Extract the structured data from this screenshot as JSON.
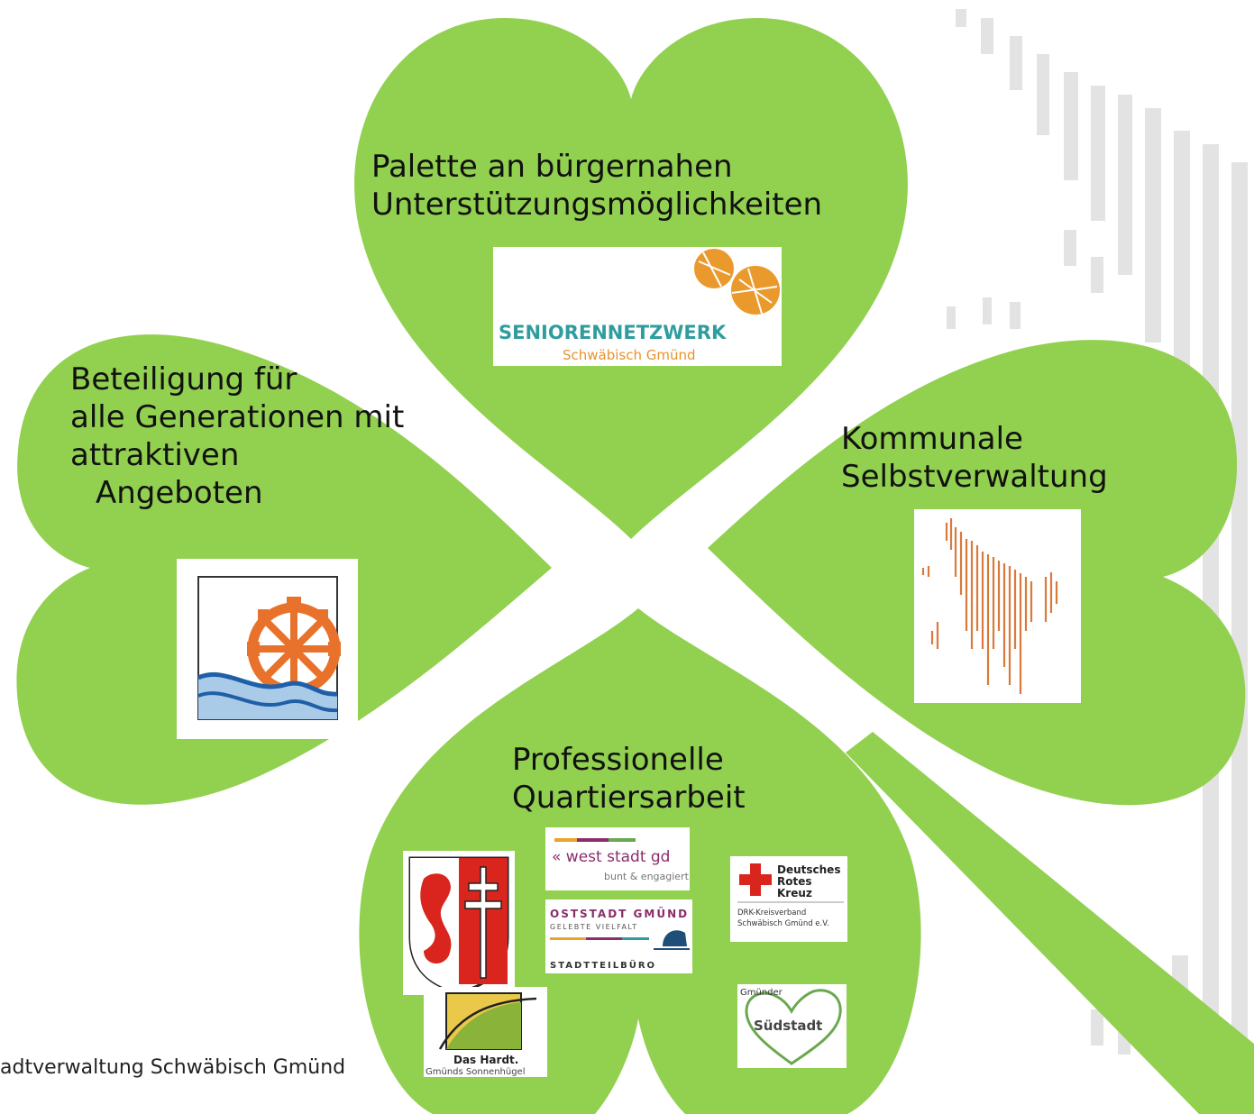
{
  "leaves": {
    "top": {
      "lines": [
        "Palette an bürgernahen",
        "Unterstützungsmöglichkeiten"
      ]
    },
    "left": {
      "lines": [
        "Beteiligung für",
        "alle Generationen mit",
        "attraktiven",
        "Angeboten"
      ]
    },
    "right": {
      "lines": [
        "Kommunale",
        "Selbstverwaltung"
      ]
    },
    "bottom": {
      "lines": [
        "Professionelle",
        "Quartiersarbeit"
      ]
    }
  },
  "logos": {
    "seniorennetzwerk": {
      "line1": "SENIORENNETZWERK",
      "line2": "Schwäbisch Gmünd"
    },
    "weststadt": {
      "line1": "« west stadt gd",
      "line2": "bunt & engagiert"
    },
    "oststadt": {
      "line1": "OSTSTADT GMÜND",
      "line2": "GELEBTE VIELFALT",
      "line3": "STADTTEILBÜRO"
    },
    "drk": {
      "line1": "Deutsches",
      "line2": "Rotes",
      "line3": "Kreuz",
      "line4": "DRK-Kreisverband",
      "line5": "Schwäbisch Gmünd e.V."
    },
    "hardt": {
      "line1": "Das Hardt.",
      "line2": "Gmünds Sonnenhügel"
    },
    "suedstadt": {
      "line1": "Gmünder",
      "line2": "Südstadt"
    }
  },
  "footer": {
    "text": "adtverwaltung Schwäbisch Gmünd"
  },
  "colors": {
    "leaf": "#92d050",
    "stripe": "#e3e3e3",
    "orange": "#e8722c",
    "teal": "#2f9c9e",
    "red": "#d9251d"
  },
  "icons": [
    "seniorennetzwerk-logo",
    "water-wheel-logo",
    "unicorn-logo",
    "coat-of-arms-logo",
    "weststadt-logo",
    "oststadt-logo",
    "drk-logo",
    "hardt-logo",
    "suedstadt-heart-logo"
  ]
}
